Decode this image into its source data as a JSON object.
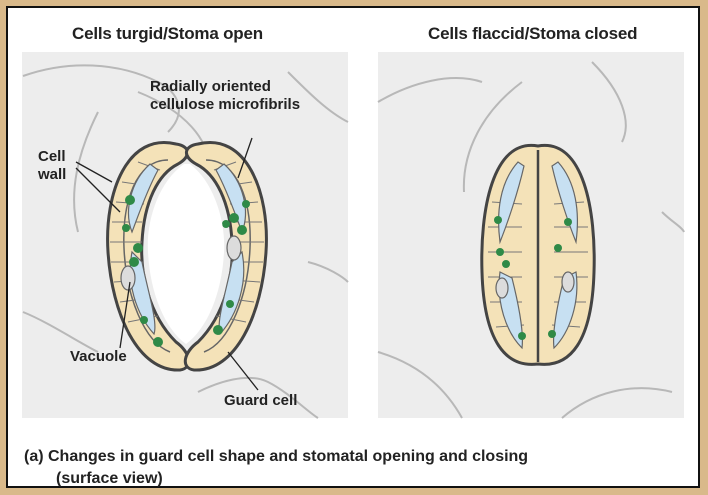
{
  "panels": {
    "open": {
      "title": "Cells turgid/Stoma open"
    },
    "closed": {
      "title": "Cells flaccid/Stoma closed"
    }
  },
  "labels": {
    "radial_line1": "Radially oriented",
    "radial_line2": "cellulose microfibrils",
    "cell_wall_line1": "Cell",
    "cell_wall_line2": "wall",
    "vacuole": "Vacuole",
    "guard_cell": "Guard cell"
  },
  "caption": {
    "line1": "(a)  Changes in guard cell shape and stomatal opening and closing",
    "line2": "(surface view)"
  },
  "colors": {
    "background_cell": "#e9e9e9",
    "cell_outline": "#b8b8b8",
    "guard_wall": "#f4e2b8",
    "guard_outline": "#444444",
    "vacuole": "#c7e0f2",
    "chloroplast": "#2f8a47"
  }
}
